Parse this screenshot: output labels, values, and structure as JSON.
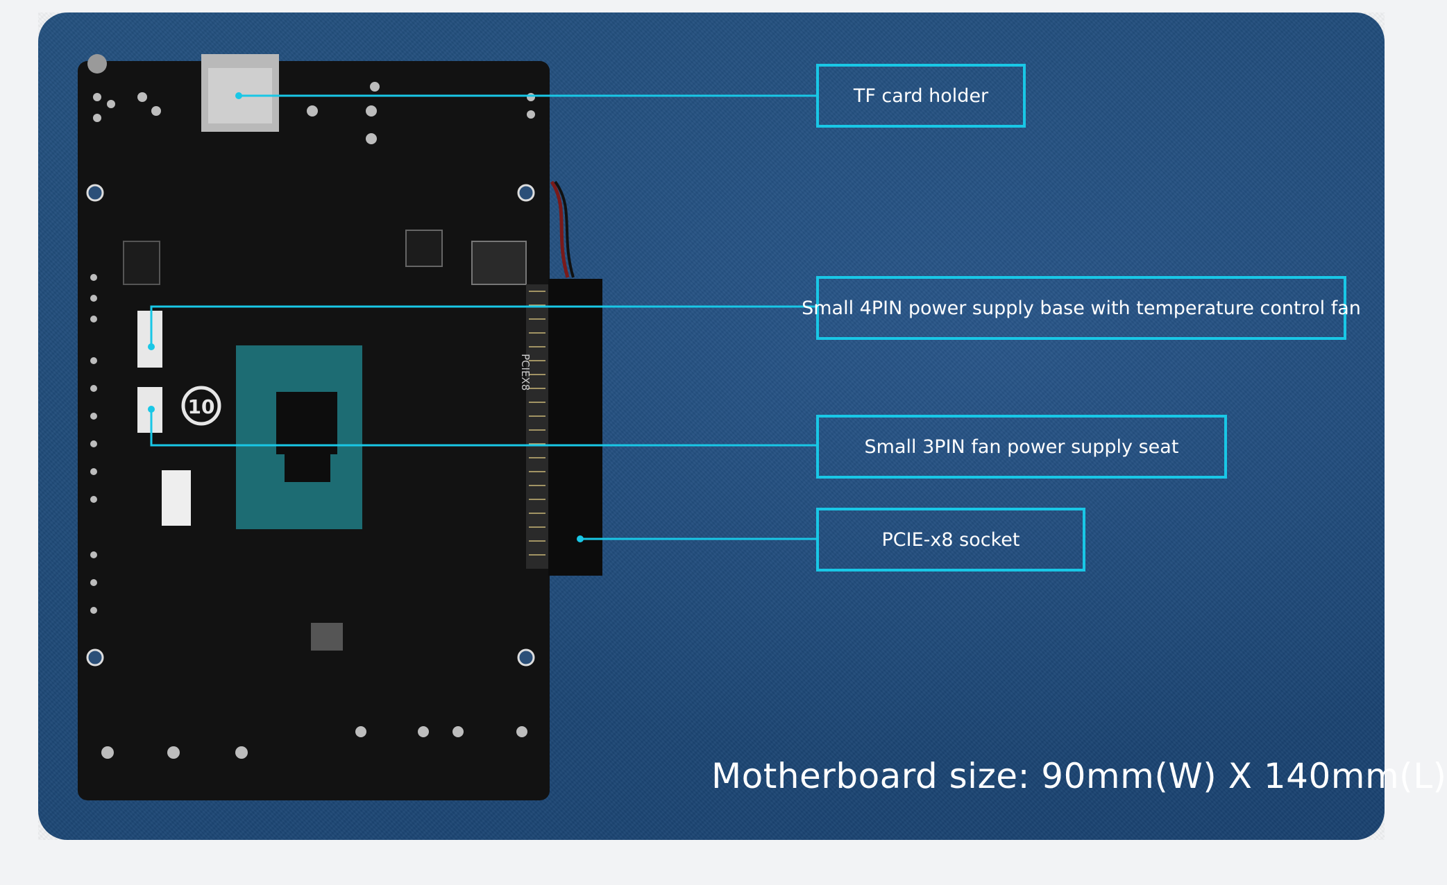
{
  "callouts": {
    "tf_card": "TF card holder",
    "fan_4pin": "Small 4PIN power supply base with temperature control fan",
    "fan_3pin": "Small 3PIN fan power supply seat",
    "pcie": "PCIE-x8 socket"
  },
  "board_markings": {
    "pcie_label": "PCIEX8",
    "windows_badge": "10"
  },
  "caption": "Motherboard size: 90mm(W) X 140mm(L)",
  "colors": {
    "background_panel": "#1f4a78",
    "callout_accent": "#19c7e6",
    "pcb": "#121212",
    "cpu": "#1d6c73"
  }
}
